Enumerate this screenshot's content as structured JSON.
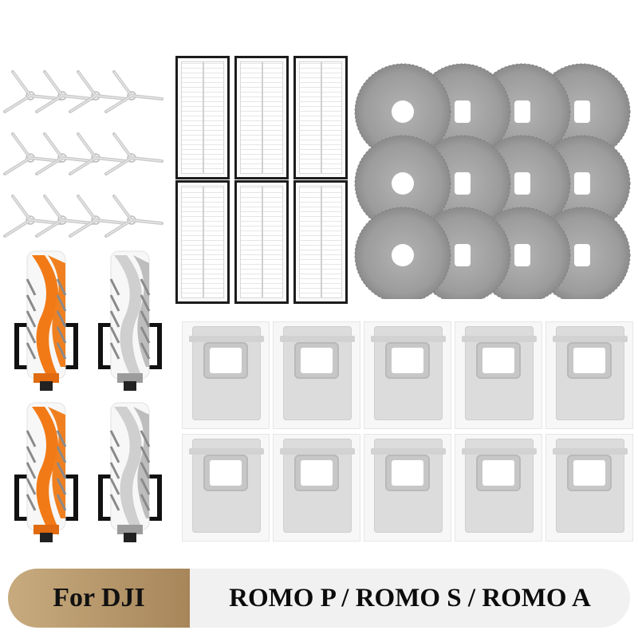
{
  "banner": {
    "left_text": "For DJI",
    "right_text": "ROMO P / ROMO S / ROMO A"
  },
  "products": {
    "side_brushes": {
      "count": 12
    },
    "main_brushes": {
      "orange_count": 2,
      "gray_count": 2
    },
    "hepa_filters": {
      "count": 6
    },
    "mop_pads": {
      "count": 12
    },
    "dust_bags": {
      "count": 10
    }
  },
  "colors": {
    "banner_left_gold": "#b8976a",
    "banner_right_bg": "#f1f1f1",
    "brush_orange": "#f07a1a",
    "brush_gray": "#c9c9c9",
    "mop_gray": "#9a9a9a"
  }
}
